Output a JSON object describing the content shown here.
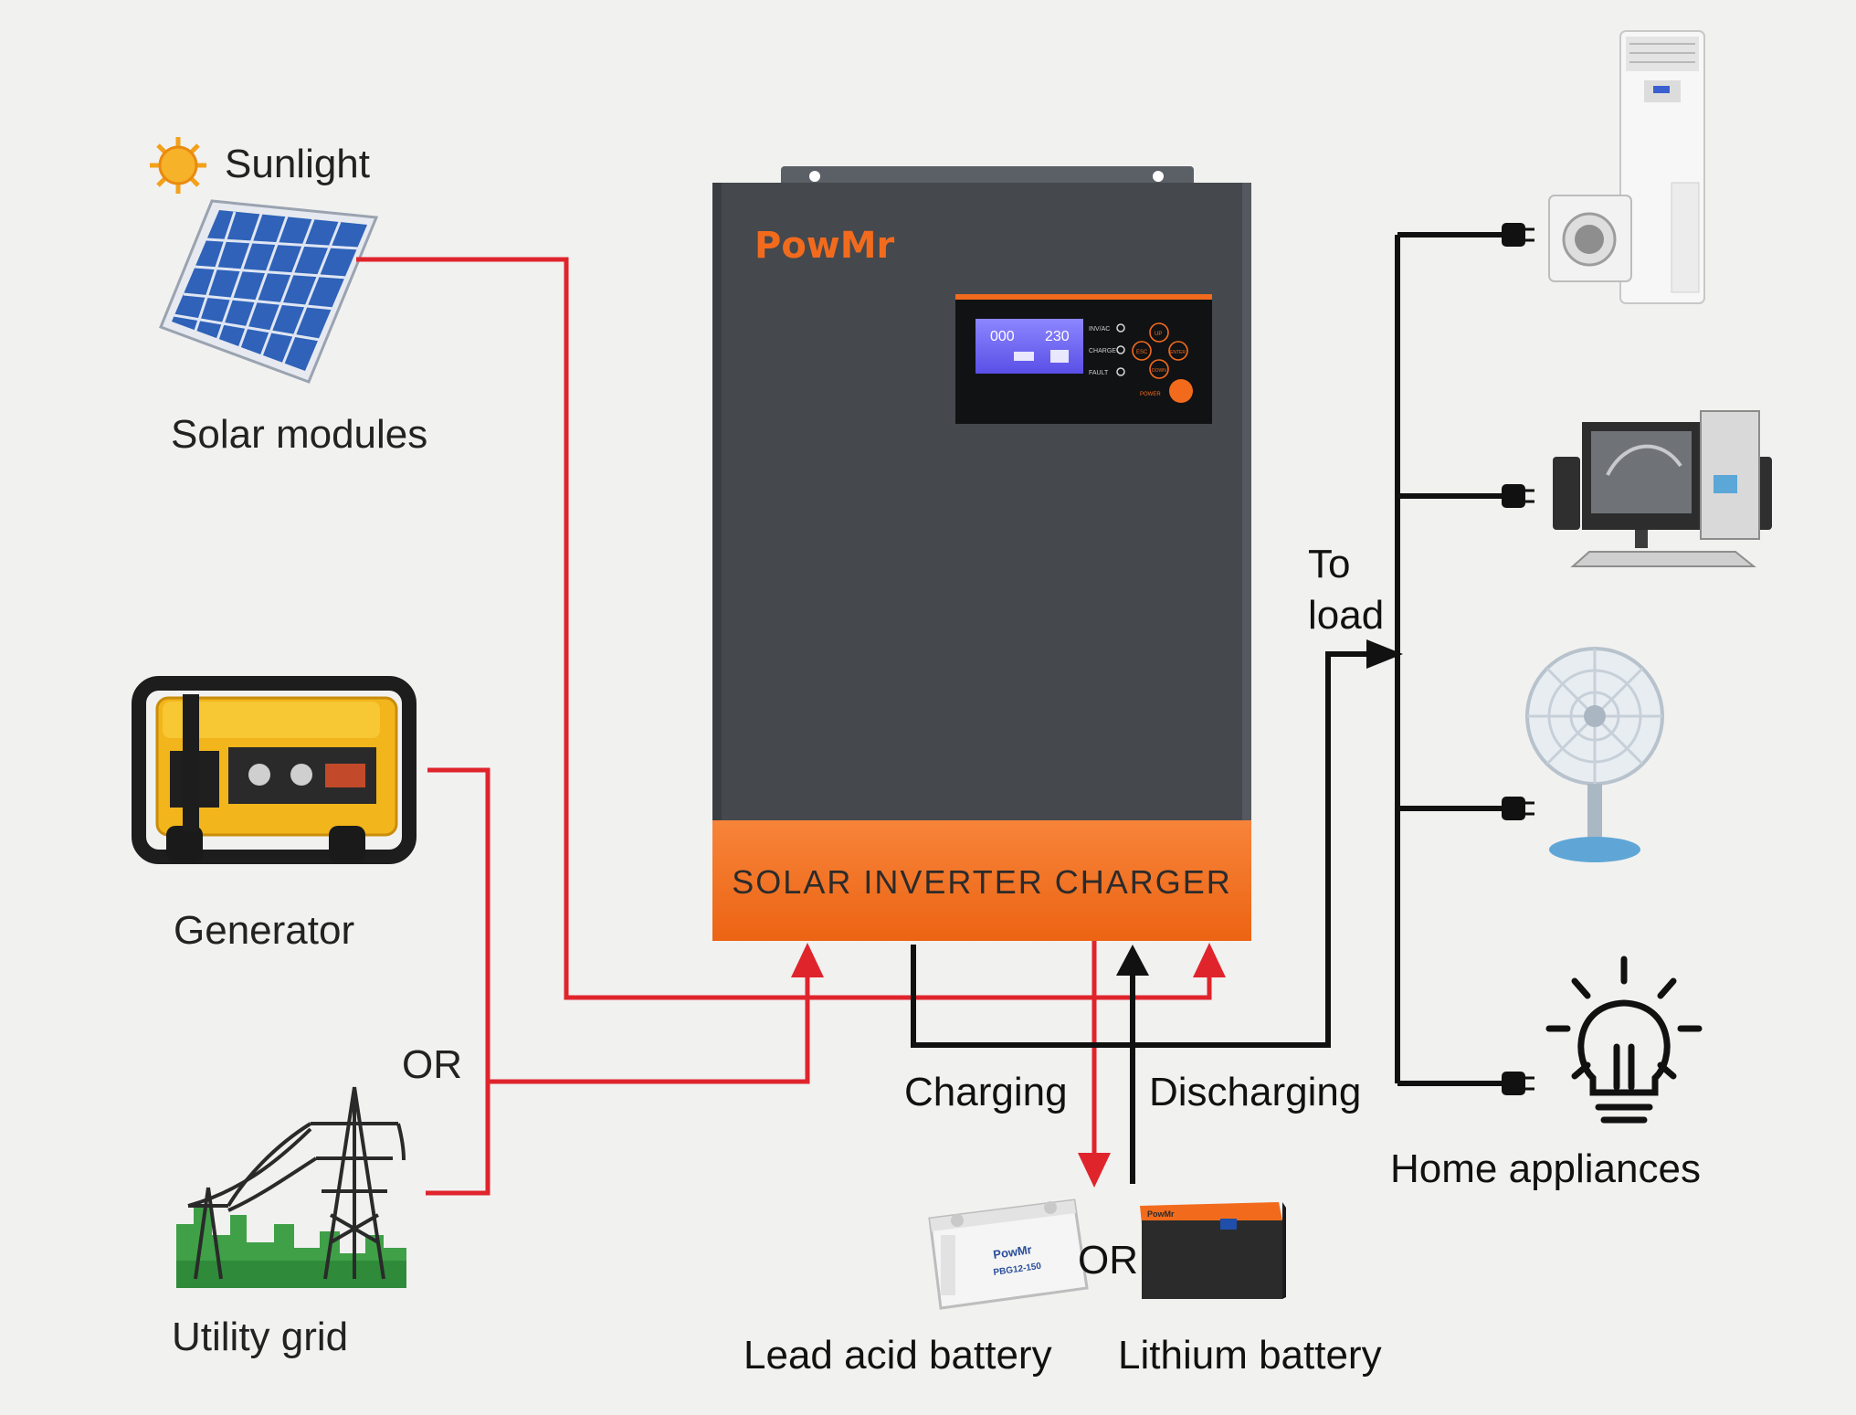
{
  "labels": {
    "sunlight": "Sunlight",
    "solar_modules": "Solar modules",
    "generator": "Generator",
    "or_grid": "OR",
    "utility_grid": "Utility grid",
    "to_load_1": "To",
    "to_load_2": "load",
    "charging": "Charging",
    "discharging": "Discharging",
    "home_appliances": "Home appliances",
    "or_battery": "OR",
    "lead_acid_battery": "Lead acid battery",
    "lithium_battery": "Lithium battery"
  },
  "inverter": {
    "brand": "PowMr",
    "panel_text": "SOLAR INVERTER CHARGER",
    "lcd_left": "000",
    "lcd_right": "230",
    "led_1": "INV/AC",
    "led_2": "CHARGE",
    "led_3": "FAULT",
    "btn_up": "UP",
    "btn_esc": "ESC",
    "btn_enter": "ENTER",
    "btn_down": "DOWN",
    "power_label": "POWER"
  },
  "batteries": {
    "lead_brand": "PowMr",
    "lead_model": "PBG12-150",
    "lithium_brand": "PowMr"
  },
  "colors": {
    "input_line": "#e0242c",
    "output_line": "#111111",
    "inverter_body": "#45484d",
    "inverter_accent": "#f26b1d"
  }
}
